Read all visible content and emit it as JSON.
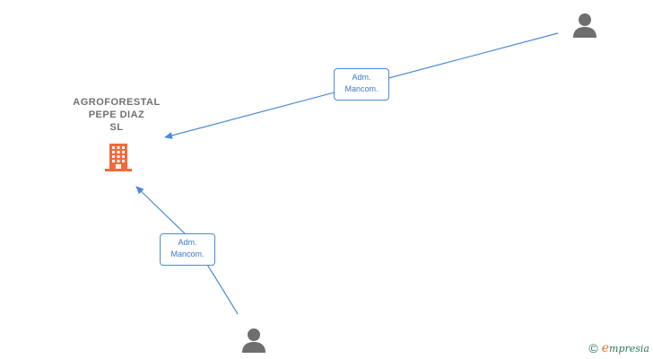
{
  "company": {
    "name_lines": [
      "AGROFORESTAL",
      "PEPE DIAZ",
      "SL"
    ],
    "icon": "building-icon",
    "icon_color": "#f26a3a"
  },
  "persons": [
    {
      "icon": "person-icon",
      "color": "#6e6e6e"
    },
    {
      "icon": "person-icon",
      "color": "#6e6e6e"
    }
  ],
  "edges": [
    {
      "label_lines": [
        "Adm.",
        "Mancom."
      ],
      "color": "#4a8ad8"
    },
    {
      "label_lines": [
        "Adm.",
        "Mancom."
      ],
      "color": "#4a8ad8"
    }
  ],
  "brand": {
    "copyright_symbol": "©",
    "initial": "e",
    "name": "mpresia"
  }
}
